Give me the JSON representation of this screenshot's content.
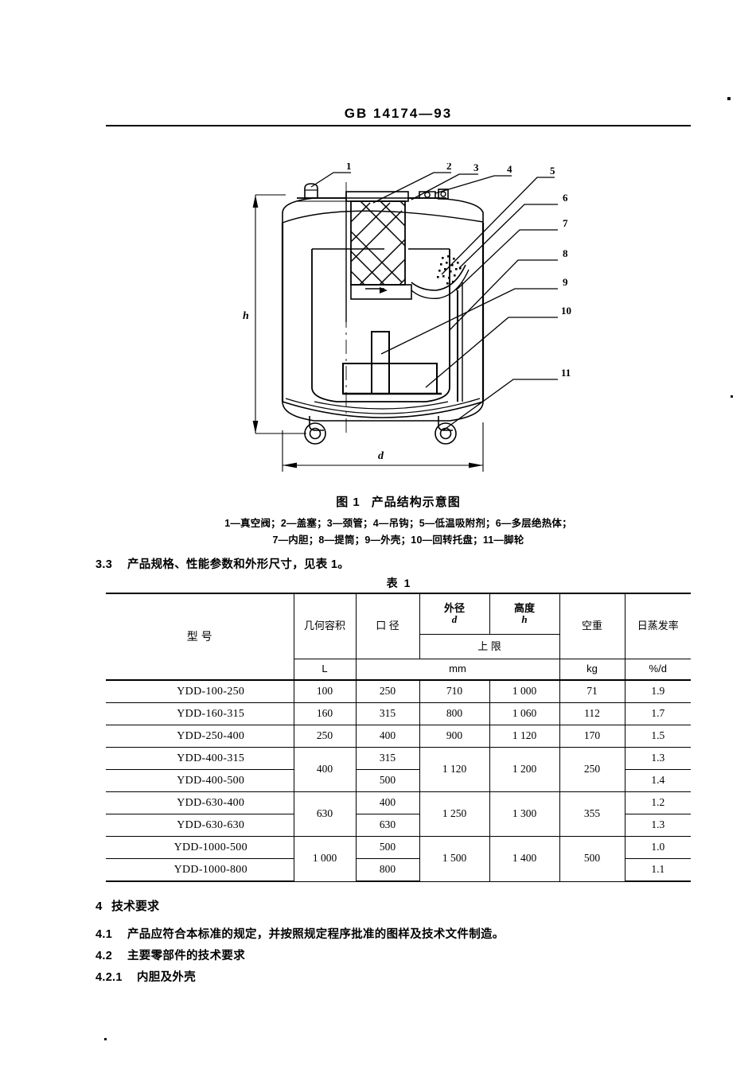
{
  "header": {
    "standard_code": "GB 14174—93"
  },
  "figure": {
    "caption_label": "图 1",
    "caption_title": "产品结构示意图",
    "legend_line1": "1—真空阀；2—盖塞；3—颈管；4—吊钩；5—低温吸附剂；6—多层绝热体；",
    "legend_line2": "7—内胆；8—提筒；9—外壳；10—回转托盘；11—脚轮",
    "dimension_height": "h",
    "dimension_diameter": "d",
    "callouts": [
      "1",
      "2",
      "3",
      "4",
      "5",
      "6",
      "7",
      "8",
      "9",
      "10",
      "11"
    ]
  },
  "section33": {
    "number": "3.3",
    "text": "产品规格、性能参数和外形尺寸，见表 1。"
  },
  "table": {
    "title_label": "表",
    "title_number": "1",
    "headers": {
      "model": "型    号",
      "volume": "几何容积",
      "bore": "口    径",
      "outer_diameter": "外径",
      "outer_diameter_symbol": "d",
      "height": "高度",
      "height_symbol": "h",
      "empty_weight": "空重",
      "evaporation": "日蒸发率",
      "upper_limit": "上    限"
    },
    "units": {
      "volume": "L",
      "mm": "mm",
      "weight": "kg",
      "evaporation": "%/d"
    },
    "rows": [
      {
        "model": "YDD-100-250",
        "volume": "100",
        "bore": "250",
        "od": "710",
        "h": "1 000",
        "weight": "71",
        "evap": "1.9"
      },
      {
        "model": "YDD-160-315",
        "volume": "160",
        "bore": "315",
        "od": "800",
        "h": "1 060",
        "weight": "112",
        "evap": "1.7"
      },
      {
        "model": "YDD-250-400",
        "volume": "250",
        "bore": "400",
        "od": "900",
        "h": "1 120",
        "weight": "170",
        "evap": "1.5"
      },
      {
        "model": "YDD-400-315",
        "volume": "400",
        "bore": "315",
        "od": "1 120",
        "h": "1 200",
        "weight": "250",
        "evap": "1.3"
      },
      {
        "model": "YDD-400-500",
        "volume": "",
        "bore": "500",
        "od": "",
        "h": "",
        "weight": "",
        "evap": "1.4"
      },
      {
        "model": "YDD-630-400",
        "volume": "630",
        "bore": "400",
        "od": "1 250",
        "h": "1 300",
        "weight": "355",
        "evap": "1.2"
      },
      {
        "model": "YDD-630-630",
        "volume": "",
        "bore": "630",
        "od": "",
        "h": "",
        "weight": "",
        "evap": "1.3"
      },
      {
        "model": "YDD-1000-500",
        "volume": "1 000",
        "bore": "500",
        "od": "1 500",
        "h": "1 400",
        "weight": "500",
        "evap": "1.0"
      },
      {
        "model": "YDD-1000-800",
        "volume": "",
        "bore": "800",
        "od": "",
        "h": "",
        "weight": "",
        "evap": "1.1"
      }
    ]
  },
  "section4": {
    "number": "4",
    "title": "技术要求",
    "p41_num": "4.1",
    "p41_text": "产品应符合本标准的规定，并按照规定程序批准的图样及技术文件制造。",
    "p42_num": "4.2",
    "p42_text": "主要零部件的技术要求",
    "p421_num": "4.2.1",
    "p421_text": "内胆及外壳"
  }
}
